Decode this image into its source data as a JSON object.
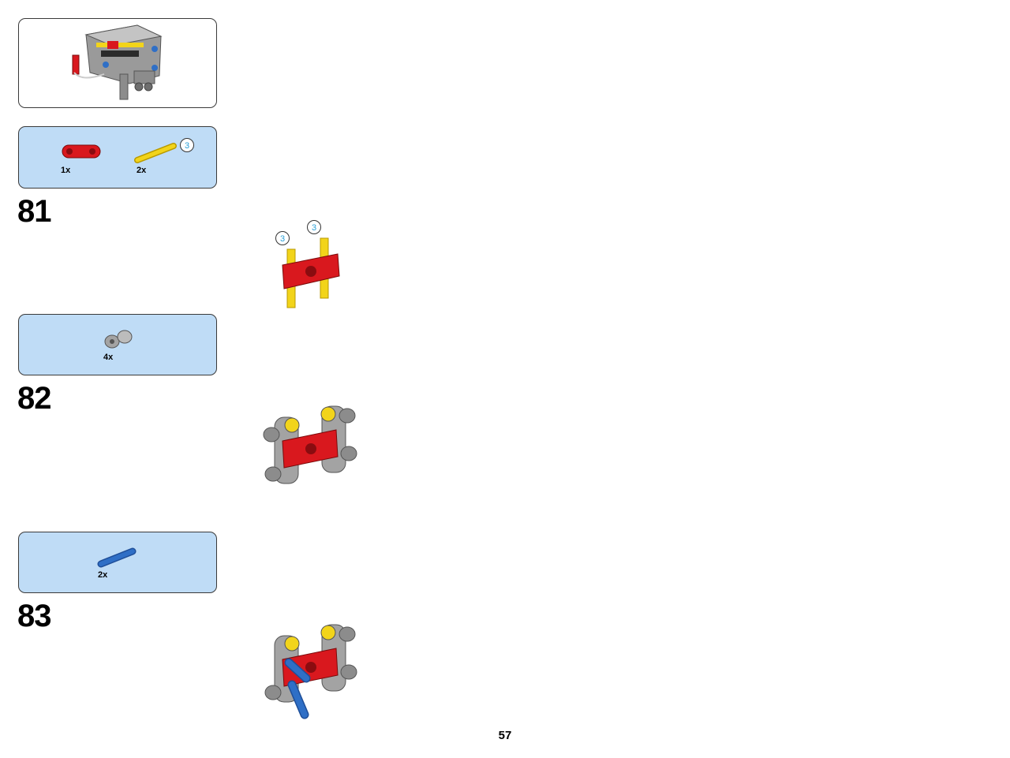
{
  "steps": [
    {
      "number": "81",
      "parts": [
        {
          "count": "1x",
          "icon": "red-connector-icon"
        },
        {
          "count": "2x",
          "icon": "yellow-axle-icon",
          "callout": "3"
        }
      ],
      "callouts": [
        "3",
        "3"
      ]
    },
    {
      "number": "82",
      "parts": [
        {
          "count": "4x",
          "icon": "gray-cross-block-icon"
        }
      ]
    },
    {
      "number": "83",
      "parts": [
        {
          "count": "2x",
          "icon": "blue-pin-icon"
        }
      ]
    }
  ],
  "page_number": "57",
  "colors": {
    "parts_box": "#bfdcf6",
    "red": "#d9181e",
    "yellow": "#f2d41a",
    "gray": "#a3a3a3",
    "blue": "#2f6fc6",
    "callout_text": "#2a9fd6"
  }
}
